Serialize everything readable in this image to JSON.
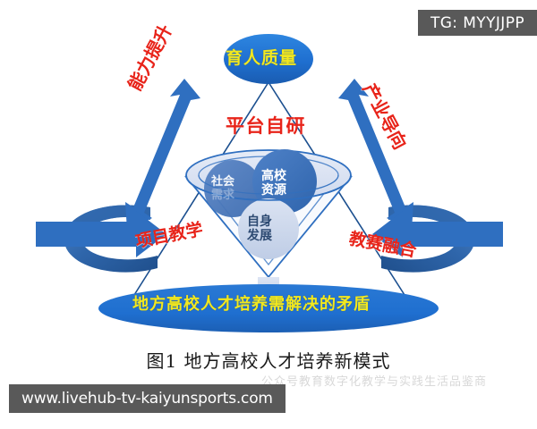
{
  "figure": {
    "caption": "图1 地方高校人才培养新模式",
    "faint_watermark": "公众号教育数字化教学与实践生活品鉴商",
    "top_node": "育人质量",
    "center_label": "平台自研",
    "bottom_node": "地方高校人才培养需解决的矛盾",
    "side_labels": {
      "upper_left": "能力提升",
      "upper_right": "产业导向",
      "lower_left": "项目教学",
      "lower_right": "教赛融合"
    },
    "funnel_bubbles": [
      {
        "id": "social-demand",
        "text_line1": "社会",
        "text_line2": "需求"
      },
      {
        "id": "university-resource",
        "text_line1": "高校",
        "text_line2": "资源"
      },
      {
        "id": "self-development",
        "text_line1": "自身",
        "text_line2": "发展"
      }
    ],
    "colors": {
      "node_blue": "#1f6fd0",
      "node_text_yellow": "#f2e81f",
      "accent_red": "#e8241a",
      "ribbon_blue": "#2f66ab",
      "arrow_blue": "#2f6fc0",
      "outline_blue": "#1b4f8f",
      "bubble_light": "#c7d3ea"
    }
  },
  "watermarks": {
    "telegram": "TG: MYYJJPP",
    "site": "www.livehub-tv-kaiyunsports.com"
  }
}
